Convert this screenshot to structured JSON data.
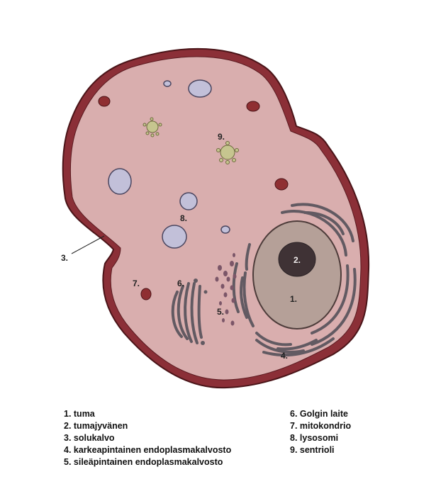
{
  "colors": {
    "cytoplasm": "#d9aeae",
    "membrane_outer": "#4a1418",
    "membrane_fill": "#8b2f37",
    "nucleus": "#b5a098",
    "nucleolus": "#3f3235",
    "organelle_gray": "#6c666c",
    "lysosome": "#c2c0d9",
    "mitochondrion": "#8f2f32",
    "centriole": "#c6c58f"
  },
  "labels": {
    "l1": "1.",
    "l2": "2.",
    "l3": "3.",
    "l4": "4.",
    "l5": "5.",
    "l6": "6.",
    "l7": "7.",
    "l8": "8.",
    "l9": "9."
  },
  "legend": {
    "left": [
      "1. tuma",
      "2. tumajyvänen",
      "3. solukalvo",
      "4. karkeapintainen endoplasmakalvosto",
      "5. sileäpintainen endoplasmakalvosto"
    ],
    "right": [
      "6. Golgin laite",
      "7. mitokondrio",
      "8. lysosomi",
      "9. sentrioli"
    ]
  }
}
